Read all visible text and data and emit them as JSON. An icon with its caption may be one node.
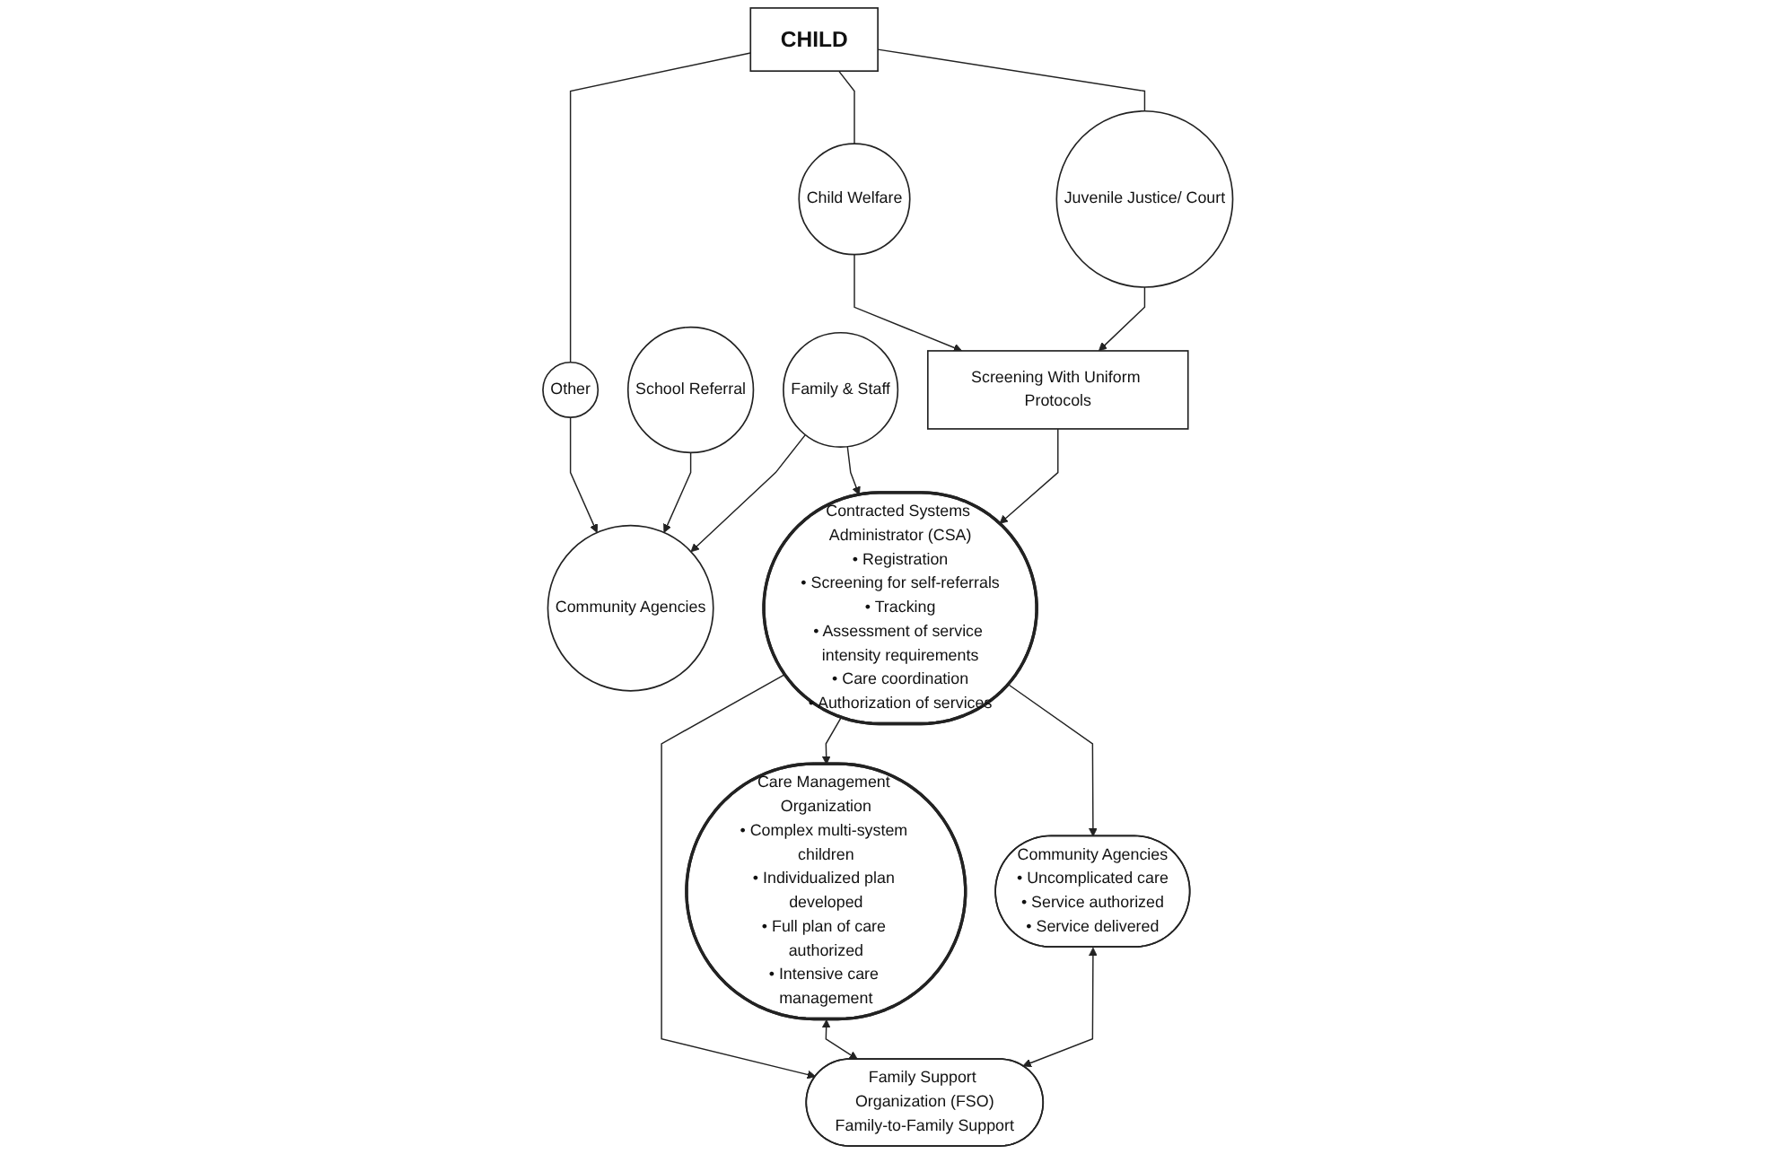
{
  "diagram": {
    "nodes": [
      {
        "text": [
          "CHILD"
        ]
      },
      {
        "text": [
          "Other"
        ]
      },
      {
        "text": [
          "School Referral"
        ]
      },
      {
        "text": [
          "Family & Staff"
        ]
      },
      {
        "text": [
          "Child Welfare"
        ]
      },
      {
        "text": [
          "Juvenile Justice/ Court"
        ]
      },
      {
        "text": [
          "Community Agencies"
        ]
      },
      {
        "text": [
          "Screening With Uniform Protocols"
        ]
      },
      {
        "text": [
          "Care Management Organization",
          "• Complex multi-system children",
          "• Individualized plan developed",
          "• Full plan of care authorized",
          "• Intensive care management"
        ]
      },
      {
        "text": [
          "Contracted Systems Administrator (CSA)",
          "• Registration",
          "• Screening for self-referrals",
          "• Tracking",
          "• Assessment of service intensity requirements",
          "• Care coordination",
          "• Authorization of services"
        ]
      },
      {
        "text": [
          "Community Agencies",
          "• Uncomplicated care",
          "• Service authorized",
          "• Service delivered"
        ]
      },
      {
        "text": [
          "Family Support Organization (FSO)",
          "Family-to-Family Support"
        ]
      }
    ],
    "edges": [
      {
        "from": 0,
        "to": 1,
        "arrow": "none"
      },
      {
        "from": 0,
        "to": 4,
        "arrow": "none"
      },
      {
        "from": 0,
        "to": 5,
        "arrow": "none"
      },
      {
        "from": 1,
        "to": 6,
        "arrow": "to"
      },
      {
        "from": 2,
        "to": 6,
        "arrow": "to"
      },
      {
        "from": 3,
        "to": 6,
        "arrow": "to"
      },
      {
        "from": 4,
        "to": 7,
        "arrow": "to"
      },
      {
        "from": 5,
        "to": 7,
        "arrow": "to"
      },
      {
        "from": 3,
        "to": 9,
        "arrow": "to"
      },
      {
        "from": 7,
        "to": 9,
        "arrow": "to"
      },
      {
        "from": 9,
        "to": 8,
        "arrow": "to"
      },
      {
        "from": 9,
        "to": 10,
        "arrow": "to"
      },
      {
        "from": 9,
        "to": 11,
        "arrow": "to"
      },
      {
        "from": 8,
        "to": 11,
        "arrow": "both"
      },
      {
        "from": 10,
        "to": 11,
        "arrow": "both"
      }
    ]
  }
}
